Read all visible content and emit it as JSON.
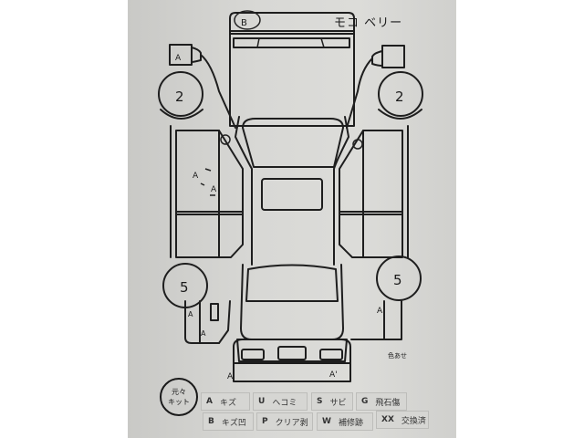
{
  "sheet": {
    "title": "モコ ベリー",
    "stamp_lines": [
      "元々",
      "キット"
    ],
    "roof_mark": "B",
    "annotation_bottom_right": "色あせ"
  },
  "diagram": {
    "tire_front_left": "2",
    "tire_front_right": "2",
    "tire_rear_left": "5",
    "tire_rear_right": "5",
    "marks": {
      "front_left_mirror": "A",
      "left_front_door_1": "A",
      "left_front_door_2": "A",
      "left_rear_fender_1": "A",
      "left_rear_fender_2": "A",
      "right_rear_fender": "A",
      "rear_bumper_left": "A",
      "rear_bumper_right": "A'"
    }
  },
  "legend": {
    "rows": [
      [
        {
          "code": "A",
          "label": "キズ"
        },
        {
          "code": "U",
          "label": "ヘコミ"
        },
        {
          "code": "S",
          "label": "サビ"
        },
        {
          "code": "G",
          "label": "飛石傷"
        }
      ],
      [
        {
          "code": "B",
          "label": "キズ凹"
        },
        {
          "code": "P",
          "label": "クリア剥"
        },
        {
          "code": "W",
          "label": "補修跡"
        },
        {
          "code": "XX",
          "label": "交換済"
        }
      ]
    ]
  },
  "colors": {
    "paper": "#d8d8d5",
    "ink": "#1e1e1e",
    "background": "#ffffff"
  }
}
